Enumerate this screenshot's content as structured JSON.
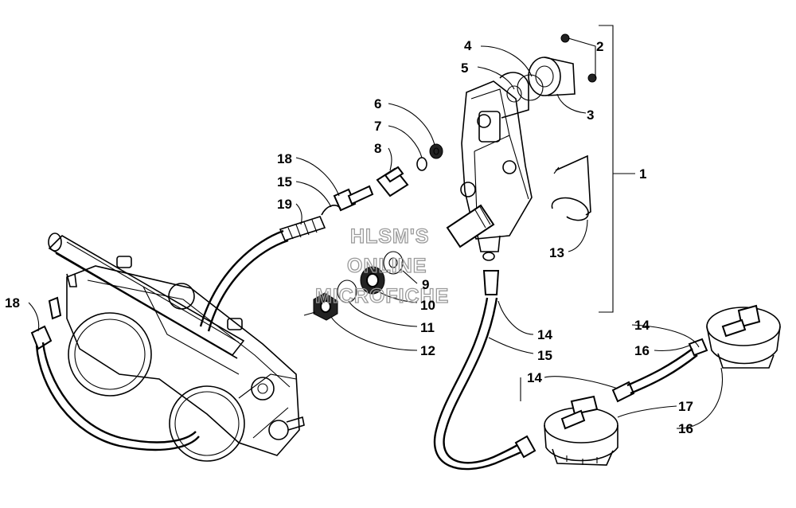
{
  "watermark": {
    "line1": "HLSM'S",
    "line2": "ONLINE",
    "line3": "MICROFICHE"
  },
  "callouts": [
    {
      "id": "c1",
      "label": "1"
    },
    {
      "id": "c2",
      "label": "2"
    },
    {
      "id": "c3",
      "label": "3"
    },
    {
      "id": "c4",
      "label": "4"
    },
    {
      "id": "c5",
      "label": "5"
    },
    {
      "id": "c6",
      "label": "6"
    },
    {
      "id": "c7",
      "label": "7"
    },
    {
      "id": "c8",
      "label": "8"
    },
    {
      "id": "c9",
      "label": "9"
    },
    {
      "id": "c10",
      "label": "10"
    },
    {
      "id": "c11",
      "label": "11"
    },
    {
      "id": "c12",
      "label": "12"
    },
    {
      "id": "c13",
      "label": "13"
    },
    {
      "id": "c14a",
      "label": "14"
    },
    {
      "id": "c14b",
      "label": "14"
    },
    {
      "id": "c14c",
      "label": "14"
    },
    {
      "id": "c15a",
      "label": "15"
    },
    {
      "id": "c15b",
      "label": "15"
    },
    {
      "id": "c16a",
      "label": "16"
    },
    {
      "id": "c16b",
      "label": "16"
    },
    {
      "id": "c17",
      "label": "17"
    },
    {
      "id": "c18a",
      "label": "18"
    },
    {
      "id": "c18b",
      "label": "18"
    },
    {
      "id": "c19",
      "label": "19"
    }
  ]
}
